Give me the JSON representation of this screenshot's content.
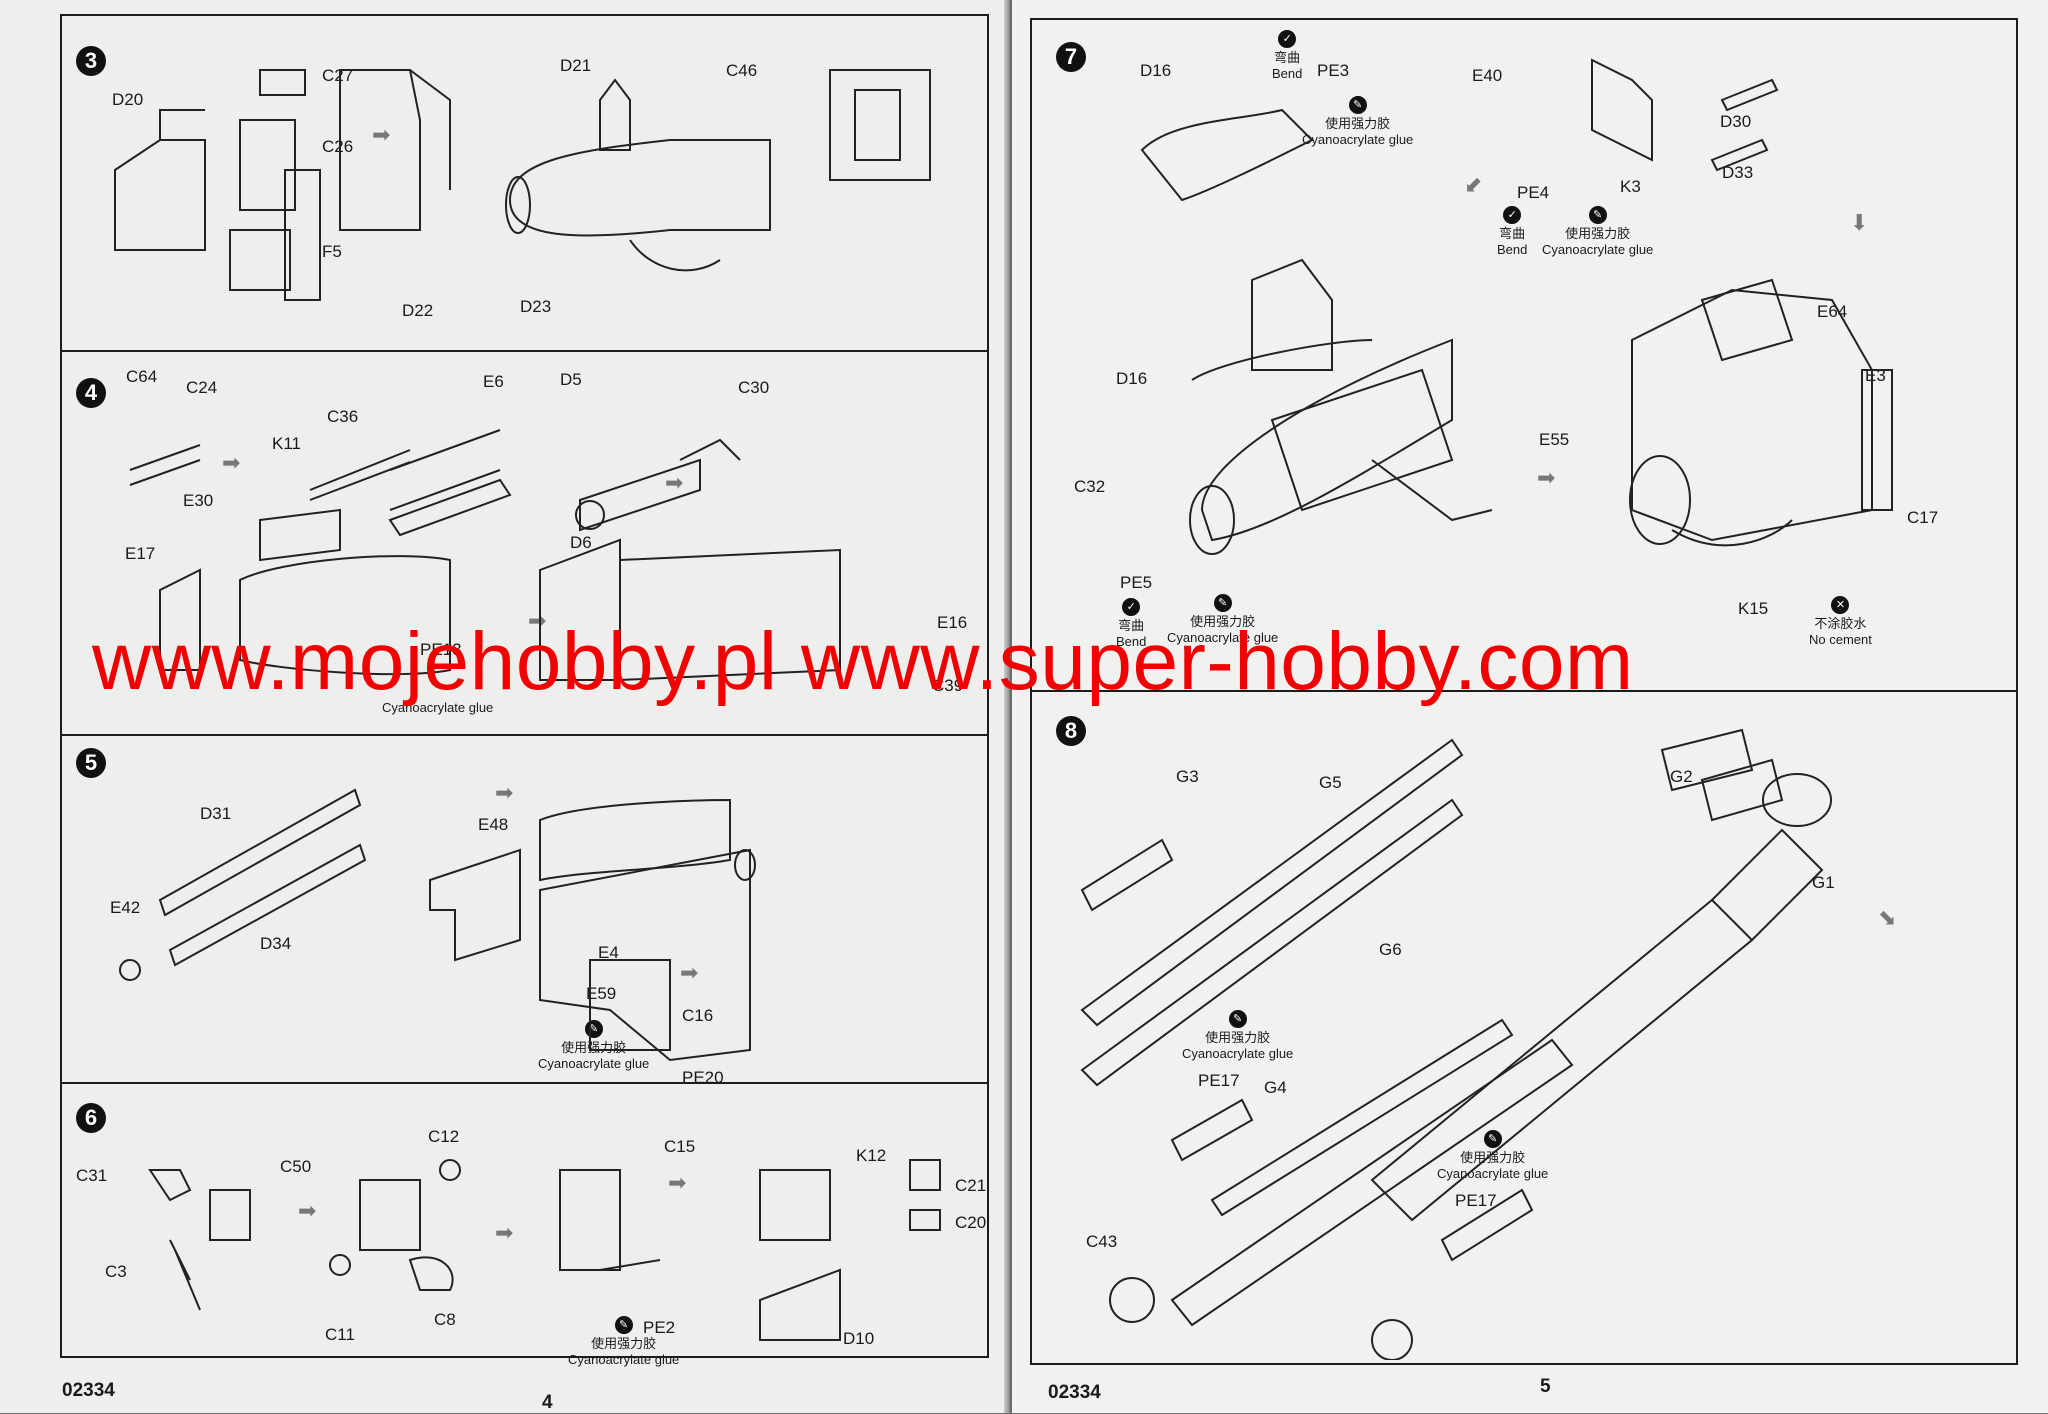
{
  "watermark": "www.mojehobby.pl www.super-hobby.com",
  "left_page": {
    "code": "02334",
    "page_number": "4",
    "steps": [
      {
        "number": "3",
        "labels": [
          "D20",
          "C27",
          "C26",
          "F5",
          "D21",
          "D22",
          "D23",
          "C46"
        ]
      },
      {
        "number": "4",
        "labels": [
          "C64",
          "C24",
          "K11",
          "C36",
          "E30",
          "E17",
          "PE13",
          "E6",
          "D5",
          "D6",
          "C30",
          "E16",
          "C39"
        ],
        "note_text": "Cyanoacrylate glue"
      },
      {
        "number": "5",
        "labels": [
          "D31",
          "E42",
          "D34",
          "E48",
          "E4",
          "E59",
          "C16",
          "PE20"
        ],
        "note_cn": "使用强力胶",
        "note_text": "Cyanoacrylate glue"
      },
      {
        "number": "6",
        "labels": [
          "C31",
          "C50",
          "C3",
          "C12",
          "C11",
          "C8",
          "C15",
          "PE2",
          "K12",
          "C21",
          "C20",
          "D10"
        ],
        "note_cn": "使用强力胶",
        "note_text": "Cyanoacrylate glue"
      }
    ]
  },
  "right_page": {
    "code": "02334",
    "page_number": "5",
    "steps": [
      {
        "number": "7",
        "labels": [
          "D16",
          "PE3",
          "E40",
          "D30",
          "D33",
          "PE4",
          "K3",
          "E64",
          "D16",
          "E3",
          "E55",
          "C32",
          "PE5",
          "C17",
          "K15"
        ],
        "notes": [
          {
            "cn": "弯曲",
            "en": "Bend"
          },
          {
            "cn": "使用强力胶",
            "en": "Cyanoacrylate glue"
          },
          {
            "cn": "弯曲",
            "en": "Bend"
          },
          {
            "cn": "使用强力胶",
            "en": "Cyanoacrylate glue"
          },
          {
            "cn": "弯曲",
            "en": "Bend"
          },
          {
            "cn": "使用强力胶",
            "en": "Cyanoacrylate glue"
          },
          {
            "cn": "不涂胶水",
            "en": "No cement"
          }
        ]
      },
      {
        "number": "8",
        "labels": [
          "G3",
          "G5",
          "G2",
          "G1",
          "G6",
          "PE17",
          "G4",
          "C43",
          "PE17"
        ],
        "notes": [
          {
            "cn": "使用强力胶",
            "en": "Cyanoacrylate glue"
          },
          {
            "cn": "使用强力胶",
            "en": "Cyanoacrylate glue"
          }
        ]
      }
    ]
  }
}
